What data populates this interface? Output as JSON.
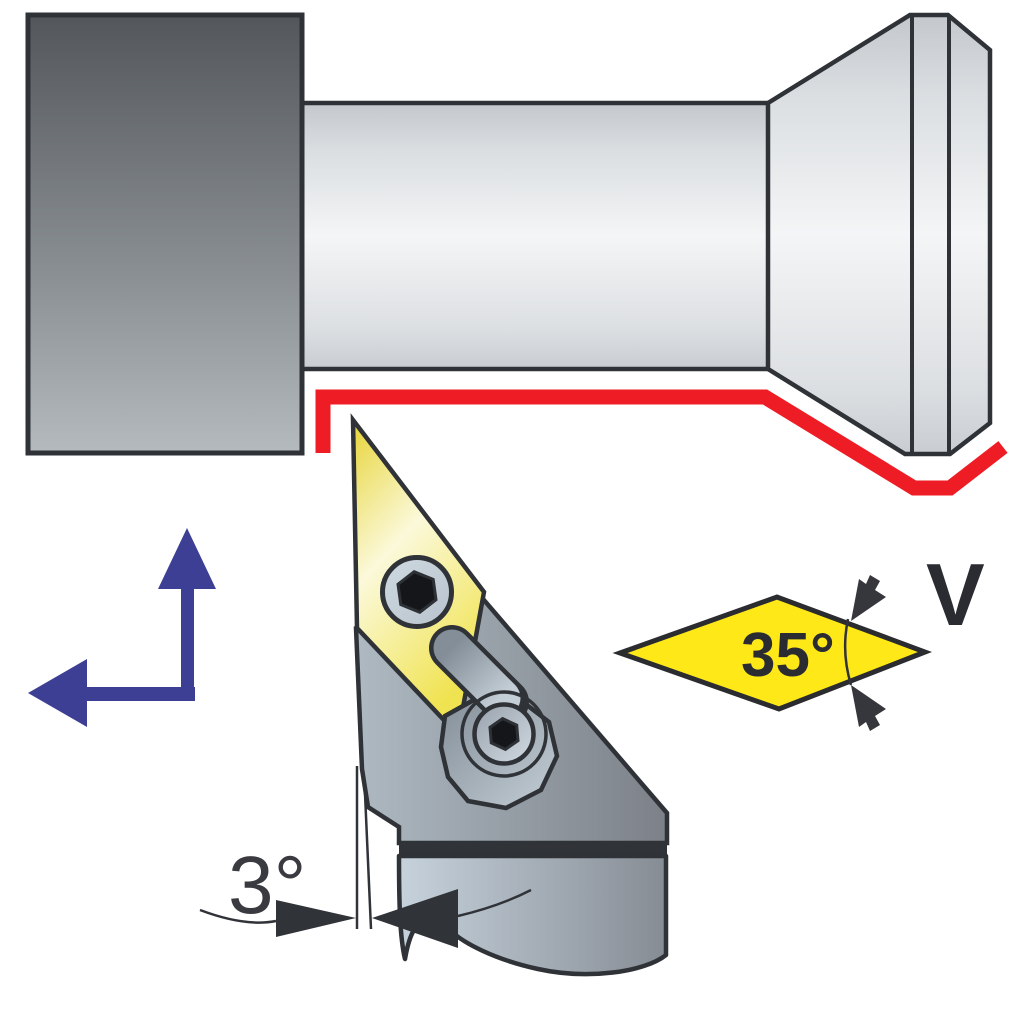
{
  "labels": {
    "clearance_angle": "3°",
    "insert_point_angle": "35°",
    "insert_shape_code": "V"
  },
  "colors": {
    "toolpath_red": "#ee1c25",
    "feed_arrow_blue": "#3d3f94",
    "insert_symbol_yellow": "#ffe817",
    "annotation_dark": "#303338"
  },
  "parts": {
    "chuck": "lathe-chuck",
    "workpiece": "turned-workpiece-profile",
    "toolpath": "cutting-path-line",
    "feed_arrows": "feed-direction-arrows",
    "insert": "v-shaped-35deg-insert",
    "holder": "tool-holder-body",
    "clamp": "insert-clamp-arm",
    "screws": "hex-socket-screws",
    "shape_symbol": "insert-shape-diamond-35deg"
  }
}
